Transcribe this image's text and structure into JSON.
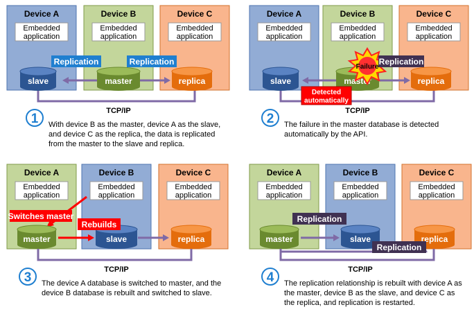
{
  "common": {
    "device_a": "Device A",
    "device_b": "Device B",
    "device_c": "Device C",
    "embedded_line1": "Embedded",
    "embedded_line2": "application",
    "tcpip": "TCP/IP",
    "replication": "Replication"
  },
  "colors": {
    "blue_box": "#92acd5",
    "green_box": "#c3d69b",
    "orange_box": "#f9b58d",
    "db_blue": "#2c5592",
    "db_green": "#6a8a2f",
    "db_orange": "#e46d0c",
    "link_purple": "#7f6aa6",
    "tag_blue": "#1f7fd0",
    "tag_dark": "#403152",
    "alert_red": "#ff0000",
    "step_blue": "#1f7fd0"
  },
  "steps": [
    {
      "number": "1",
      "db_a": "slave",
      "db_b": "master",
      "db_c": "replica",
      "caption": "With device B as the master, device A as the slave, and device C as the replica, the data is replicated from the master to the slave and replica."
    },
    {
      "number": "2",
      "db_a": "slave",
      "db_b": "master",
      "db_c": "replica",
      "failure": "Failure",
      "detected": "Detected automatically",
      "caption": "The failure in the master database is detected automatically by the API."
    },
    {
      "number": "3",
      "db_a": "master",
      "db_b": "slave",
      "db_c": "replica",
      "switches": "Switches master",
      "rebuilds": "Rebuilds",
      "caption": "The device A database is switched to master, and the device B database is rebuilt and switched to slave."
    },
    {
      "number": "4",
      "db_a": "master",
      "db_b": "slave",
      "db_c": "replica",
      "caption": "The replication relationship is rebuilt with device A as the master, device B as the slave, and device C as the replica, and replication is restarted."
    }
  ]
}
